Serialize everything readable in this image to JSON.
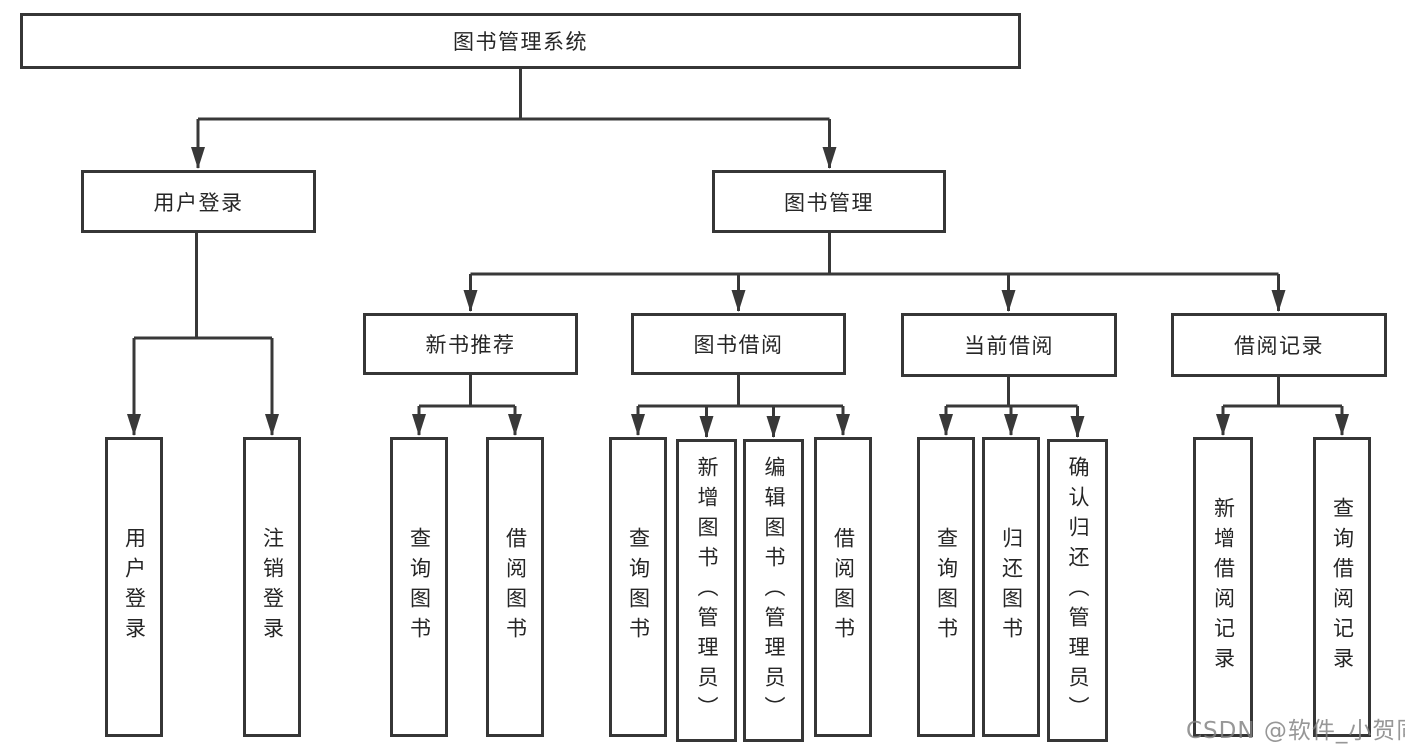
{
  "diagram": {
    "root": {
      "label": "图书管理系统"
    },
    "level2": {
      "user_login": {
        "label": "用户登录",
        "children": [
          {
            "label": "用户登录"
          },
          {
            "label": "注销登录"
          }
        ]
      },
      "book_mgmt": {
        "label": "图书管理",
        "sections": [
          {
            "label": "新书推荐",
            "children": [
              {
                "label": "查询图书"
              },
              {
                "label": "借阅图书"
              }
            ]
          },
          {
            "label": "图书借阅",
            "children": [
              {
                "label": "查询图书"
              },
              {
                "label": "新增图书（管理员）"
              },
              {
                "label": "编辑图书（管理员）"
              },
              {
                "label": "借阅图书"
              }
            ]
          },
          {
            "label": "当前借阅",
            "children": [
              {
                "label": "查询图书"
              },
              {
                "label": "归还图书"
              },
              {
                "label": "确认归还（管理员）"
              }
            ]
          },
          {
            "label": "借阅记录",
            "children": [
              {
                "label": "新增借阅记录"
              },
              {
                "label": "查询借阅记录"
              }
            ]
          }
        ]
      }
    }
  },
  "watermark": {
    "text": "CSDN @软件_小贺同学"
  },
  "colors": {
    "line": "#383838",
    "box_border": "#363636",
    "text": "#262626",
    "watermark": "#808080",
    "background": "#ffffff"
  }
}
